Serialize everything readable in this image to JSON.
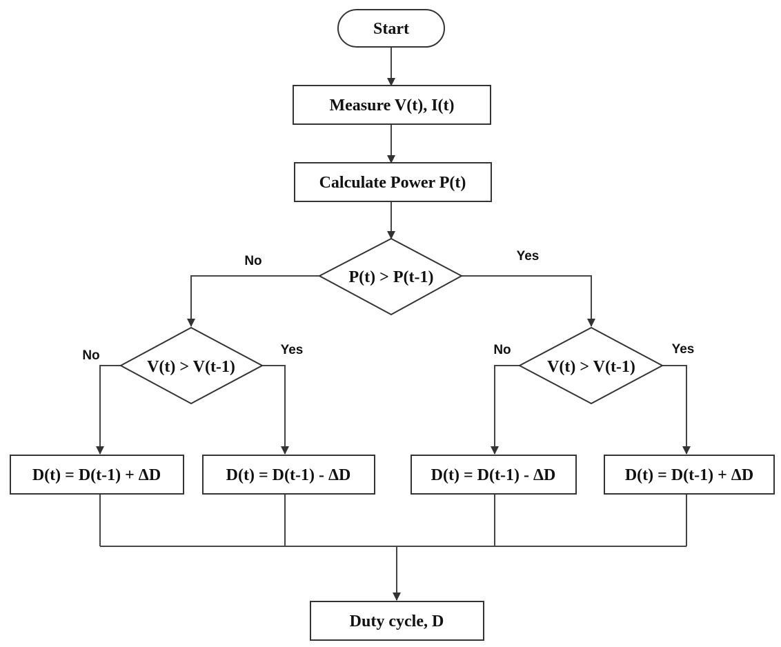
{
  "nodes": {
    "start": "Start",
    "measure": "Measure V(t), I(t)",
    "calc_power": "Calculate Power P(t)",
    "power_decision": "P(t) > P(t-1)",
    "voltage_decision_left": "V(t) > V(t-1)",
    "voltage_decision_right": "V(t) > V(t-1)",
    "duty_inc_left": "D(t) = D(t-1) + ΔD",
    "duty_dec_left": "D(t) = D(t-1) - ΔD",
    "duty_dec_right": "D(t) = D(t-1) - ΔD",
    "duty_inc_right": "D(t) = D(t-1) + ΔD",
    "output": "Duty cycle, D"
  },
  "labels": {
    "power_no": "No",
    "power_yes": "Yes",
    "left_no": "No",
    "left_yes": "Yes",
    "right_no": "No",
    "right_yes": "Yes"
  }
}
